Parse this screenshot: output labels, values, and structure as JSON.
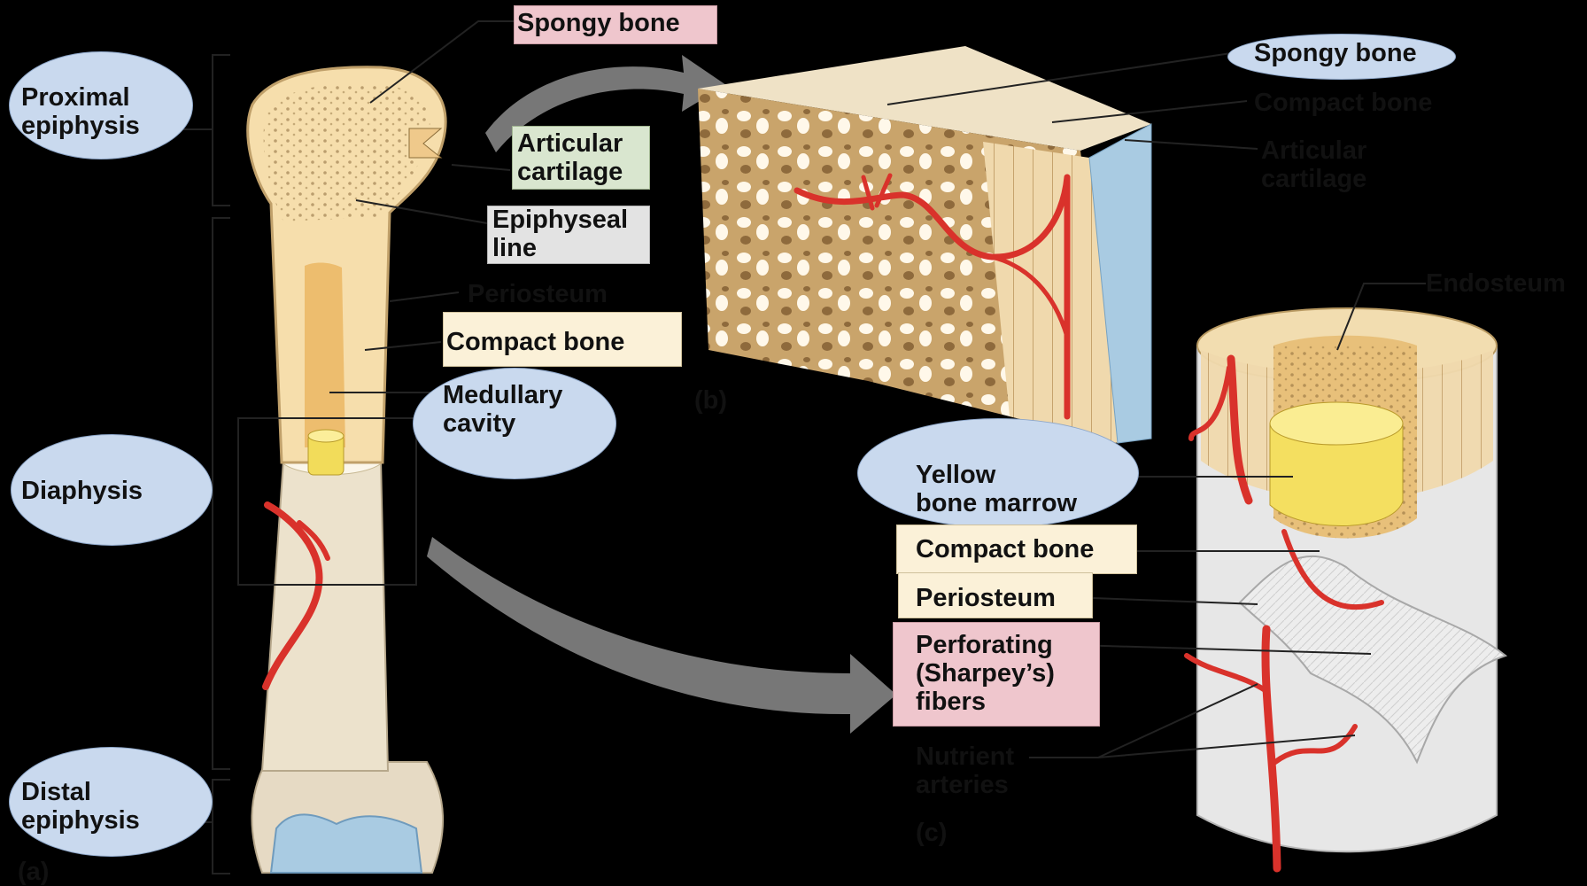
{
  "panel_a": {
    "tag": "(a)",
    "regions": {
      "proximal_epiphysis": "Proximal\nepiphysis",
      "diaphysis": "Diaphysis",
      "distal_epiphysis": "Distal\nepiphysis"
    },
    "labels": {
      "spongy_bone": "Spongy bone",
      "articular_cartilage": "Articular\ncartilage",
      "epiphyseal_line": "Epiphyseal\nline",
      "periosteum": "Periosteum",
      "compact_bone": "Compact bone",
      "medullary_cavity": "Medullary\ncavity"
    }
  },
  "panel_b": {
    "tag": "(b)",
    "labels": {
      "spongy_bone": "Spongy bone",
      "compact_bone": "Compact bone",
      "articular_cartilage": "Articular\ncartilage"
    }
  },
  "panel_c": {
    "tag": "(c)",
    "labels": {
      "endosteum": "Endosteum",
      "yellow_bone_marrow": "Yellow\nbone marrow",
      "compact_bone": "Compact bone",
      "periosteum": "Periosteum",
      "perforating_fibers": "Perforating\n(Sharpey’s)\nfibers",
      "nutrient_arteries": "Nutrient\narteries"
    }
  },
  "colors": {
    "bone_light": "#f6deac",
    "bone_shaft": "#ece2cc",
    "cartilage_blue": "#a9cbe2",
    "artery_red": "#d9322b",
    "pill_blue": "#c9d9ee",
    "box_pink": "#efc6cd",
    "box_green": "#d9e6cf",
    "box_gray": "#e3e3e3",
    "box_cream": "#fbf1d8"
  }
}
